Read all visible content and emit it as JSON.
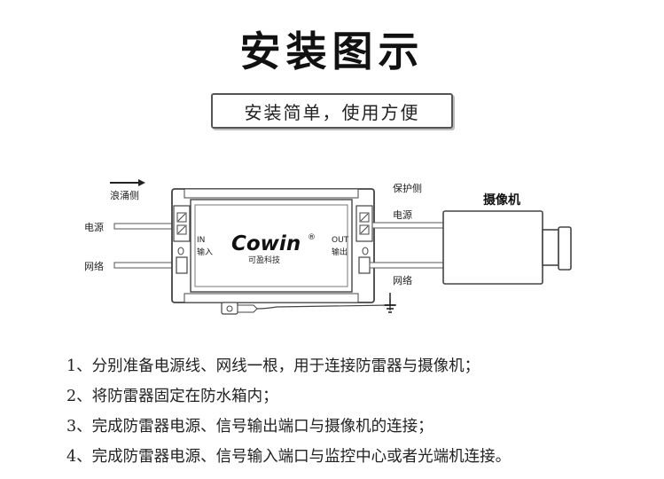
{
  "title": "安装图示",
  "subtitle": "安装简单，使用方便",
  "diagram": {
    "surge_side": "浪涌侧",
    "protect_side": "保护侧",
    "camera": "摄像机",
    "left_power": "电源",
    "left_network": "网络",
    "right_power": "电源",
    "right_network": "网络",
    "in_label": "IN",
    "in_cn": "输入",
    "out_label": "OUT",
    "out_cn": "输出",
    "brand": "Cowin",
    "brand_mark": "®",
    "brand_cn": "可盈科技"
  },
  "steps": [
    "1、分别准备电源线、网线一根，用于连接防雷器与摄像机；",
    "2、将防雷器固定在防水箱内；",
    "3、完成防雷器电源、信号输出端口与摄像机的连接；",
    "4、完成防雷器电源、信号输入端口与监控中心或者光端机连接。"
  ]
}
